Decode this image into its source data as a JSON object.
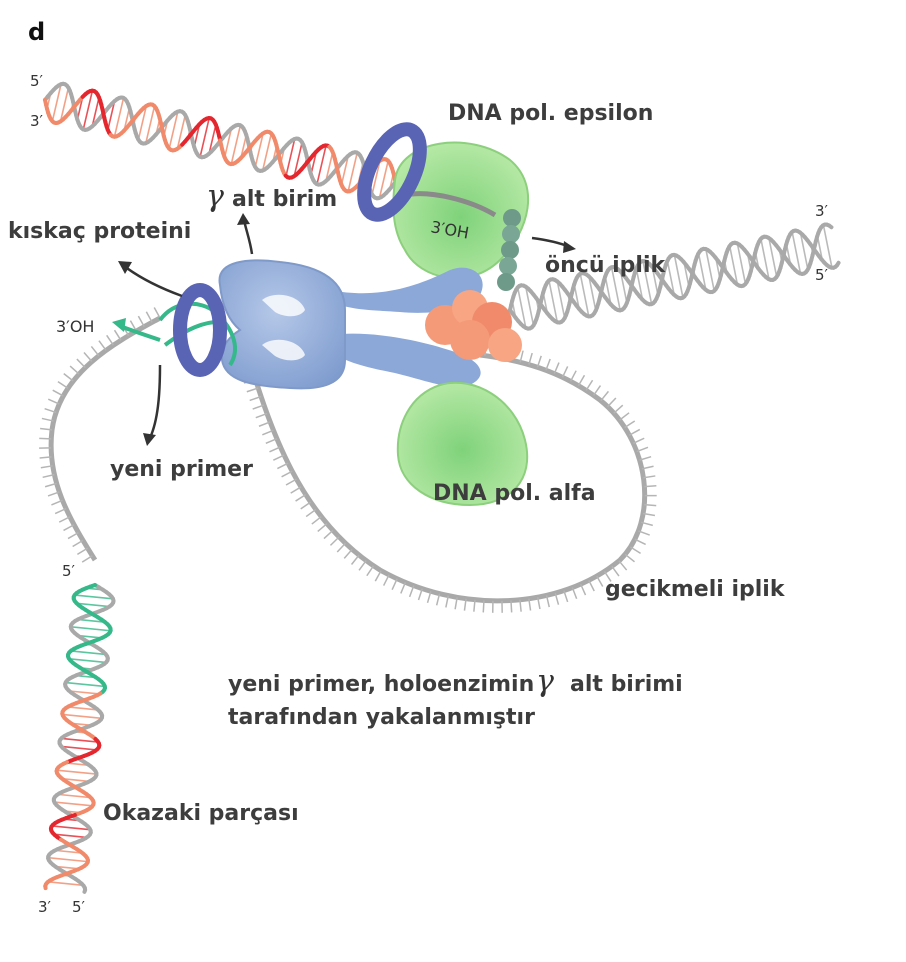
{
  "panel_letter": "d",
  "ends": {
    "top_left_5": "5′",
    "top_left_3": "3′",
    "right_3": "3′",
    "right_5": "5′",
    "okazaki_5": "5′",
    "bottom_3": "3′",
    "bottom_5": "5′"
  },
  "labels": {
    "pol_epsilon": "DNA pol. epsilon",
    "gamma_symbol": "γ",
    "gamma_subunit": "alt birim",
    "clamp_protein": "kıskaç proteini",
    "oh_epsilon": "3′OH",
    "oh_left": "3′OH",
    "leading_strand": "öncü iplik",
    "new_primer": "yeni primer",
    "pol_alpha": "DNA pol. alfa",
    "lagging_strand": "gecikmeli iplik",
    "caption_line1_a": "yeni primer, holoenzimin",
    "caption_gamma": "γ",
    "caption_line1_b": "alt birimi",
    "caption_line2": "tarafından yakalanmıştır",
    "okazaki_fragment": "Okazaki parçası"
  },
  "colors": {
    "parental_strand": "#a9a9a9",
    "new_dna": "#f08a6a",
    "new_dna_dark": "#e4262e",
    "rna_primer": "#35b88a",
    "clamp": "#5a64b4",
    "polymerase": "#a9e29a",
    "holoenzyme": "#93acd6",
    "primase": "#f59a78",
    "helicase": "#6e9a8a",
    "label_text": "#3d3d3d"
  }
}
